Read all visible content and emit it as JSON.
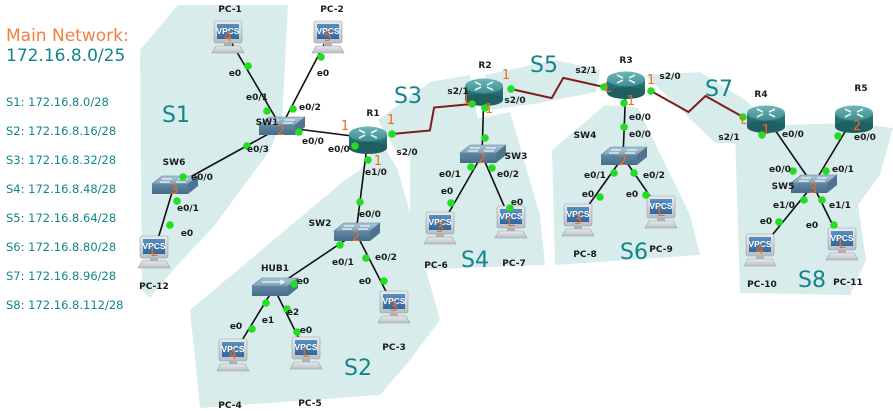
{
  "legend": {
    "title": "Main Network:",
    "network": "172.16.8.0/25",
    "subnets": [
      "S1: 172.16.8.0/28",
      "S2: 172.16.8.16/28",
      "S3: 172.16.8.32/28",
      "S4: 172.16.8.48/28",
      "S5: 172.16.8.64/28",
      "S6: 172.16.8.80/28",
      "S7: 172.16.8.96/28",
      "S8: 172.16.8.112/28"
    ]
  },
  "colors": {
    "zone_fill": "#d8ecec",
    "zone_label": "#13858a",
    "host_number": "#f26b1d",
    "serial_link": "#7a1f1f",
    "ethernet_link": "#111111",
    "port_dot": "#22dd22"
  },
  "zones": [
    "S1",
    "S2",
    "S3",
    "S4",
    "S5",
    "S6",
    "S7",
    "S8"
  ],
  "nodes": [
    {
      "id": "R1",
      "type": "router",
      "host": "1"
    },
    {
      "id": "R2",
      "type": "router",
      "host": "L"
    },
    {
      "id": "R3",
      "type": "router",
      "host": "L"
    },
    {
      "id": "R4",
      "type": "router",
      "host": "L"
    },
    {
      "id": "R5",
      "type": "router",
      "host": "2"
    },
    {
      "id": "SW1",
      "type": "switch",
      "host": "2"
    },
    {
      "id": "SW2",
      "type": "switch",
      "host": "2"
    },
    {
      "id": "SW3",
      "type": "switch",
      "host": "2"
    },
    {
      "id": "SW4",
      "type": "switch",
      "host": "2"
    },
    {
      "id": "SW5",
      "type": "switch",
      "host": "3"
    },
    {
      "id": "SW6",
      "type": "switch",
      "host": "3"
    },
    {
      "id": "HUB1",
      "type": "hub",
      "host": ""
    },
    {
      "id": "PC-1",
      "type": "pc",
      "host": "4",
      "screen": "VPCS"
    },
    {
      "id": "PC-2",
      "type": "pc",
      "host": "5",
      "screen": "VPCS"
    },
    {
      "id": "PC-3",
      "type": "pc",
      "host": "3",
      "screen": "VPCS"
    },
    {
      "id": "PC-4",
      "type": "pc",
      "host": "4",
      "screen": "VPCS"
    },
    {
      "id": "PC-5",
      "type": "pc",
      "host": "L",
      "screen": "VPCS"
    },
    {
      "id": "PC-6",
      "type": "pc",
      "host": "3",
      "screen": "VPCS"
    },
    {
      "id": "PC-7",
      "type": "pc",
      "host": "L",
      "screen": "VPCS"
    },
    {
      "id": "PC-8",
      "type": "pc",
      "host": "3",
      "screen": "VPCS"
    },
    {
      "id": "PC-9",
      "type": "pc",
      "host": "L",
      "screen": "VPCS"
    },
    {
      "id": "PC-10",
      "type": "pc",
      "host": "4",
      "screen": "VPCS"
    },
    {
      "id": "PC-11",
      "type": "pc",
      "host": "L",
      "screen": "VPCS"
    },
    {
      "id": "PC-12",
      "type": "pc",
      "host": "L",
      "screen": "VPCS"
    }
  ],
  "links": [
    {
      "a": "SW1",
      "a_port": "e0/1",
      "b": "PC-1",
      "b_port": "e0",
      "kind": "ethernet"
    },
    {
      "a": "SW1",
      "a_port": "e0/2",
      "b": "PC-2",
      "b_port": "e0",
      "kind": "ethernet"
    },
    {
      "a": "SW1",
      "a_port": "e0/0",
      "b": "R1",
      "b_port": "e0/0",
      "kind": "ethernet"
    },
    {
      "a": "SW1",
      "a_port": "e0/3",
      "b": "SW6",
      "b_port": "e0/0",
      "kind": "ethernet"
    },
    {
      "a": "SW6",
      "a_port": "e0/1",
      "b": "PC-12",
      "b_port": "e0",
      "kind": "ethernet"
    },
    {
      "a": "R1",
      "a_port": "e1/0",
      "b": "SW2",
      "b_port": "e0/0",
      "kind": "ethernet"
    },
    {
      "a": "SW2",
      "a_port": "e0/1",
      "b": "HUB1",
      "b_port": "e0",
      "kind": "ethernet"
    },
    {
      "a": "SW2",
      "a_port": "e0/2",
      "b": "PC-3",
      "b_port": "e0",
      "kind": "ethernet"
    },
    {
      "a": "HUB1",
      "a_port": "e1",
      "b": "PC-4",
      "b_port": "e0",
      "kind": "ethernet"
    },
    {
      "a": "HUB1",
      "a_port": "e2",
      "b": "PC-5",
      "b_port": "e0",
      "kind": "ethernet"
    },
    {
      "a": "R1",
      "a_port": "s2/0",
      "b": "R2",
      "b_port": "s2/1",
      "kind": "serial"
    },
    {
      "a": "R2",
      "a_port": "",
      "b": "SW3",
      "b_port": "",
      "kind": "ethernet"
    },
    {
      "a": "SW3",
      "a_port": "e0/1",
      "b": "PC-6",
      "b_port": "e0",
      "kind": "ethernet"
    },
    {
      "a": "SW3",
      "a_port": "e0/2",
      "b": "PC-7",
      "b_port": "e0",
      "kind": "ethernet"
    },
    {
      "a": "R2",
      "a_port": "s2/0",
      "b": "R3",
      "b_port": "s2/1",
      "kind": "serial"
    },
    {
      "a": "R3",
      "a_port": "e0/0",
      "b": "SW4",
      "b_port": "e0/0",
      "kind": "ethernet"
    },
    {
      "a": "SW4",
      "a_port": "e0/1",
      "b": "PC-8",
      "b_port": "e0",
      "kind": "ethernet"
    },
    {
      "a": "SW4",
      "a_port": "e0/2",
      "b": "PC-9",
      "b_port": "e0",
      "kind": "ethernet"
    },
    {
      "a": "R3",
      "a_port": "s2/0",
      "b": "R4",
      "b_port": "s2/1",
      "kind": "serial"
    },
    {
      "a": "R4",
      "a_port": "e0/0",
      "b": "SW5",
      "b_port": "e0/0",
      "kind": "ethernet"
    },
    {
      "a": "R5",
      "a_port": "e0/0",
      "b": "SW5",
      "b_port": "e0/1",
      "kind": "ethernet"
    },
    {
      "a": "SW5",
      "a_port": "e1/0",
      "b": "PC-10",
      "b_port": "e0",
      "kind": "ethernet"
    },
    {
      "a": "SW5",
      "a_port": "e1/1",
      "b": "PC-11",
      "b_port": "e0",
      "kind": "ethernet"
    }
  ],
  "interface_host_labels": {
    "R1_e0/0": "1",
    "R1_s2/0": "1",
    "R1_e1/0": "1",
    "R2_s2/1": "L",
    "R2_s2/0": "1",
    "R2_lan": "1",
    "R3_s2/1": "L",
    "R3_s2/0": "1",
    "R3_e0/0": "1",
    "R4_s2/1": "L",
    "R4_e0/0": "1",
    "R5_e0/0": "2"
  }
}
